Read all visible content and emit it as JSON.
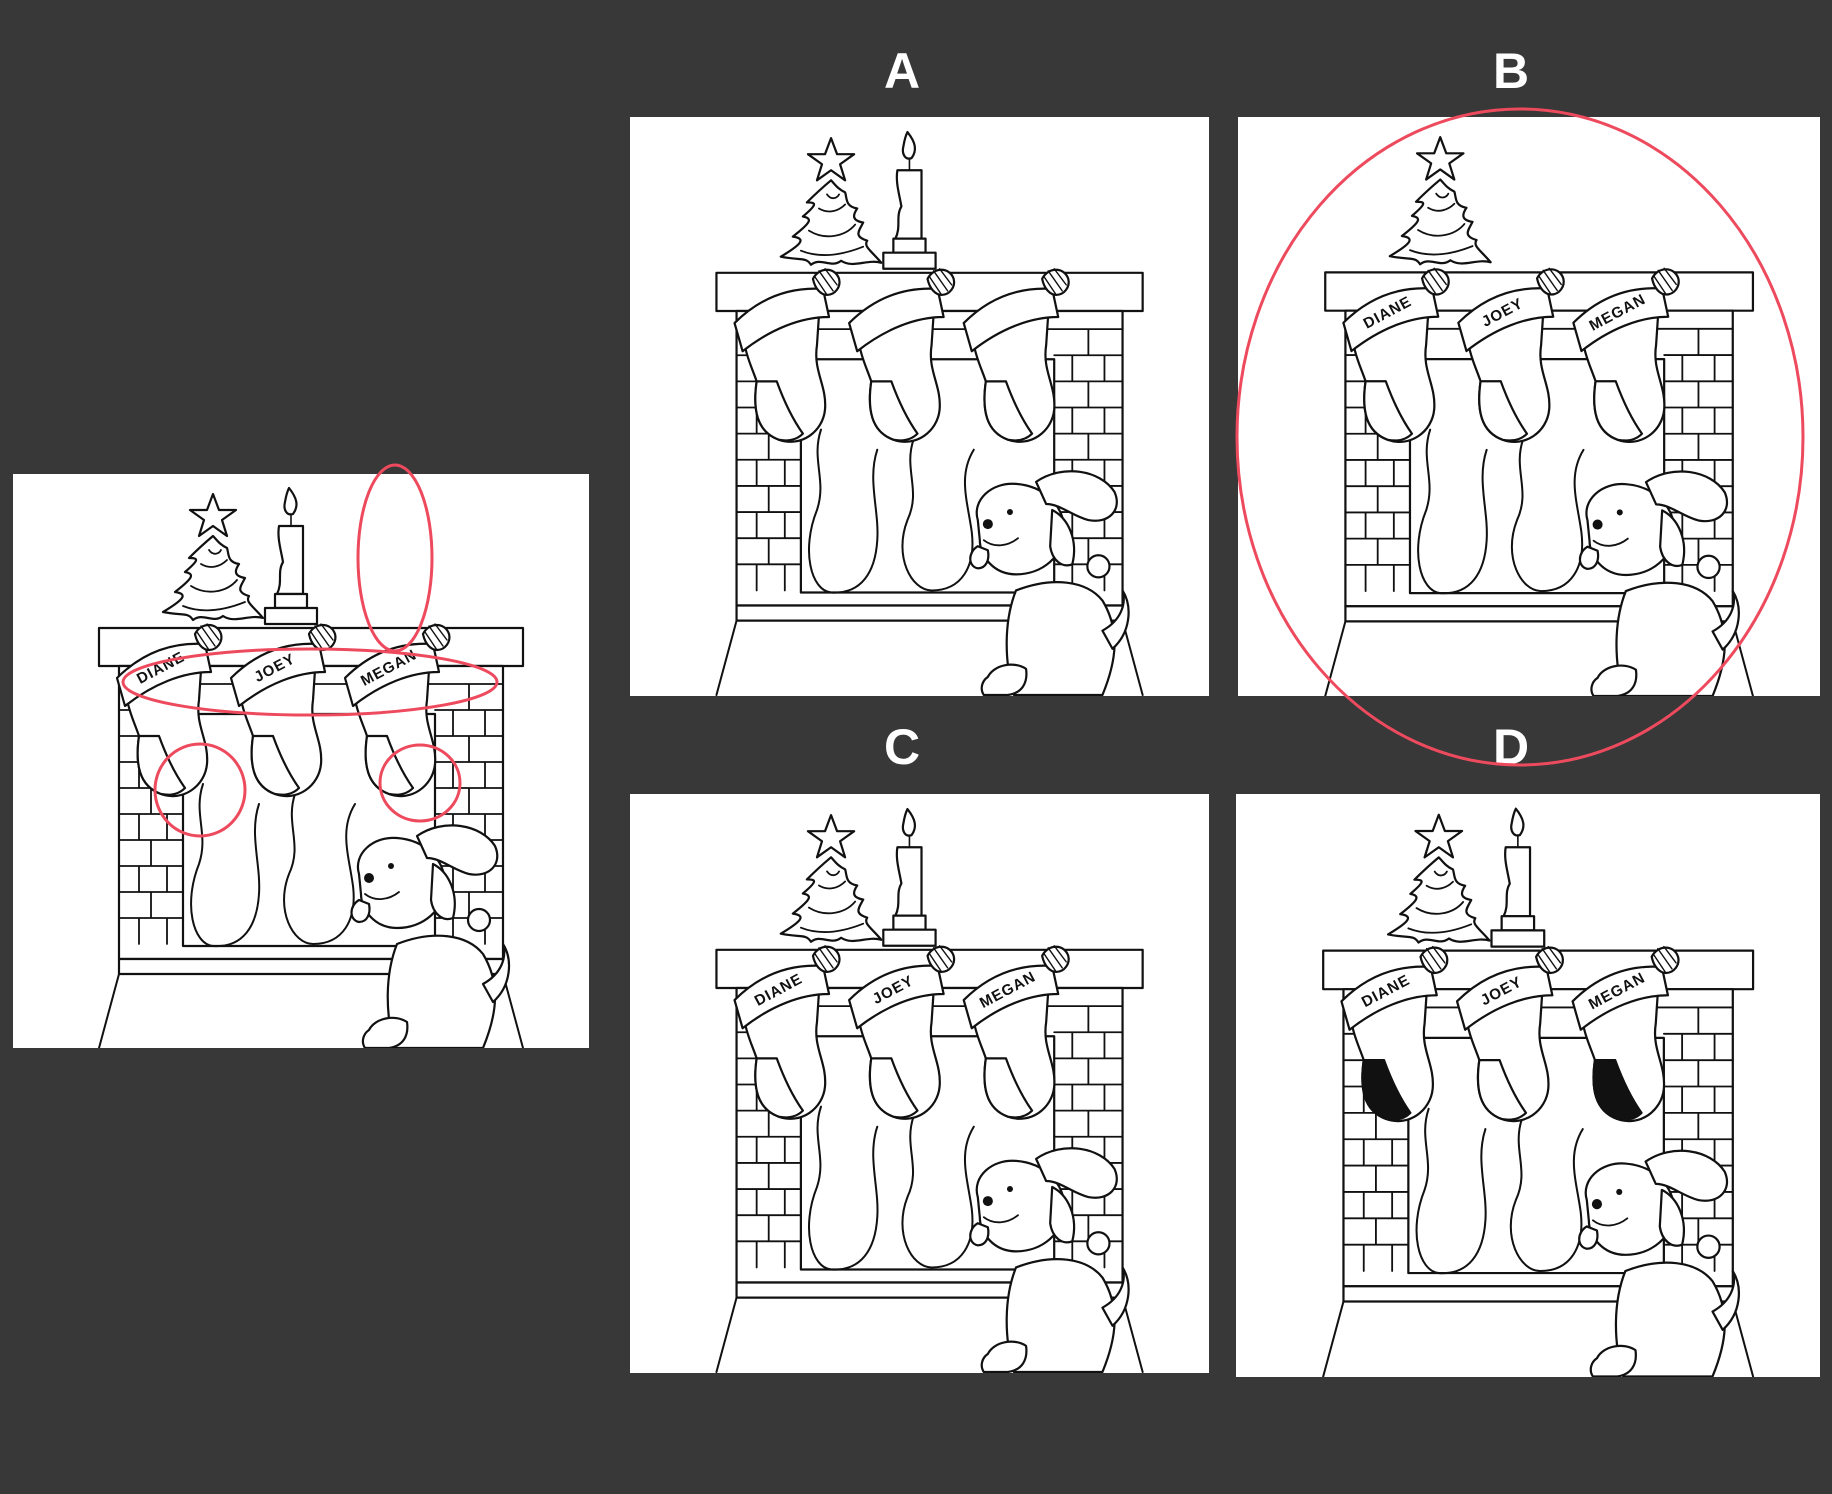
{
  "puzzle": {
    "options": [
      {
        "id": "A",
        "label": "A",
        "candle": true,
        "names": false,
        "black_toes": false
      },
      {
        "id": "B",
        "label": "B",
        "candle": false,
        "names": true,
        "black_toes": false
      },
      {
        "id": "C",
        "label": "C",
        "candle": true,
        "names": true,
        "black_toes": false
      },
      {
        "id": "D",
        "label": "D",
        "candle": true,
        "names": true,
        "black_toes": true
      }
    ],
    "reference": {
      "candle": true,
      "names": true,
      "black_toes": false
    },
    "stocking_names": [
      "DIANE",
      "JOEY",
      "MEGAN"
    ],
    "selected_option": "B"
  },
  "colors": {
    "background": "#383838",
    "label": "#ffffff",
    "line": "#111111",
    "highlight": "#ee4a5e"
  }
}
